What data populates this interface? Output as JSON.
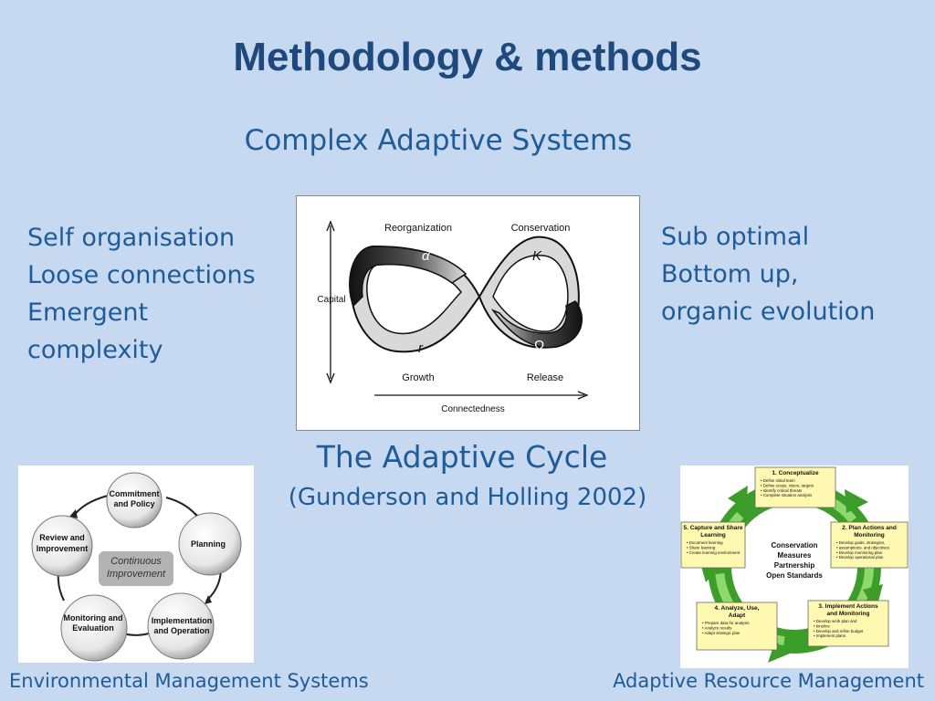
{
  "slide": {
    "title": "Methodology & methods",
    "subtitle": "Complex Adaptive Systems",
    "left_list": [
      "Self organisation",
      "Loose connections",
      "Emergent",
      "complexity"
    ],
    "right_list": [
      "Sub optimal",
      "Bottom up,",
      "organic evolution"
    ],
    "caption": "The Adaptive Cycle",
    "citation": "(Gunderson and Holling 2002)",
    "footer_left": "Environmental Management Systems",
    "footer_right": "Adaptive Resource Management"
  },
  "adaptive_cycle": {
    "reorganization": "Reorganization",
    "conservation": "Conservation",
    "capital": "Capital",
    "growth": "Growth",
    "release": "Release",
    "connectedness": "Connectedness",
    "alpha": "α",
    "k": "K",
    "r": "r",
    "omega": "Ω"
  },
  "ems": {
    "center_line1": "Continuous",
    "center_line2": "Improvement",
    "commit_1": "Commitment",
    "commit_2": "and Policy",
    "planning": "Planning",
    "impl_1": "Implementation",
    "impl_2": "and Operation",
    "monitor_1": "Monitoring and",
    "monitor_2": "Evaluation",
    "review_1": "Review and",
    "review_2": "Improvement"
  },
  "arm": {
    "center": [
      "Conservation",
      "Measures",
      "Partnership",
      "Open Standards"
    ],
    "steps": [
      {
        "title": [
          "1. Conceptualize"
        ],
        "bullets": [
          "Define initial team",
          "Define scope, vision, targets",
          "Identify critical threats",
          "Complete situation analysis"
        ]
      },
      {
        "title": [
          "2. Plan Actions and",
          "Monitoring"
        ],
        "bullets": [
          "Develop goals, strategies,",
          "assumptions, and objectives",
          "Develop monitoring plan",
          "Develop operational plan"
        ]
      },
      {
        "title": [
          "3. Implement Actions",
          "and Monitoring"
        ],
        "bullets": [
          "Develop work plan and",
          "timeline",
          "Develop and refine budget",
          "Implement plans"
        ]
      },
      {
        "title": [
          "4. Analyze, Use,",
          "Adapt"
        ],
        "bullets": [
          "Prepare data for analysis",
          "Analyze results",
          "Adapt strategic plan"
        ]
      },
      {
        "title": [
          "5. Capture and Share",
          "Learning"
        ],
        "bullets": [
          "Document learning",
          "Share learning",
          "Create learning environment"
        ]
      }
    ]
  }
}
